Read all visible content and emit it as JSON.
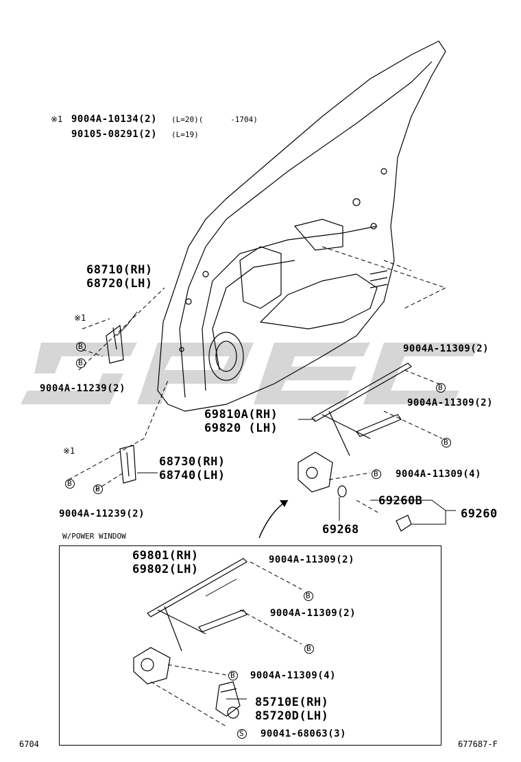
{
  "diagram": {
    "note_mark": "※1",
    "note_lines": [
      {
        "part": "9004A-10134(2)",
        "cond": "(L=20)(      -1704)"
      },
      {
        "part": "90105-08291(2)",
        "cond": "(L=19)"
      }
    ],
    "hinge_upper": {
      "rh": "68710(RH)",
      "lh": "68720(LH)"
    },
    "hinge_lower": {
      "rh": "68730(RH)",
      "lh": "68740(LH)"
    },
    "hinge_mark_upper": "※1",
    "hinge_mark_lower": "※1",
    "bolt_hinge_upper": "9004A-11239(2)",
    "bolt_hinge_lower": "9004A-11239(2)",
    "regulator": {
      "rh": "69810A(RH)",
      "lh": "69820 (LH)"
    },
    "bolt_reg_1": "9004A-11309(2)",
    "bolt_reg_2": "9004A-11309(2)",
    "bolt_reg_3": "9004A-11309(4)",
    "handle_sub": "69260B",
    "handle": "69260",
    "washer": "69268",
    "inset_title": "W/POWER WINDOW",
    "inset_regulator": {
      "rh": "69801(RH)",
      "lh": "69802(LH)"
    },
    "inset_bolt_1": "9004A-11309(2)",
    "inset_bolt_2": "9004A-11309(2)",
    "inset_bolt_3": "9004A-11309(4)",
    "motor": {
      "rh": "85710E(RH)",
      "lh": "85720D(LH)"
    },
    "screw": "90041-68063(3)",
    "code_left": "6704",
    "code_right": "677687-F",
    "bolt_letter": "B",
    "screw_letter": "S"
  },
  "colors": {
    "line": "#000000",
    "watermark": "#cccccc"
  }
}
